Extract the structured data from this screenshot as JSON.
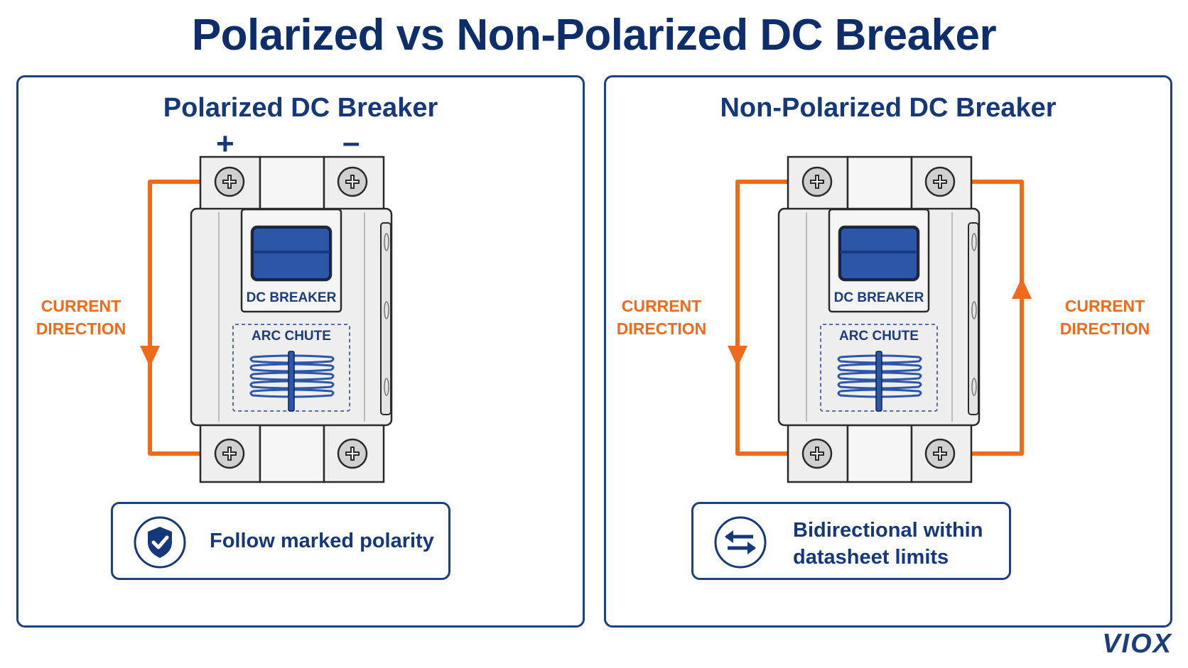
{
  "title": "Polarized vs Non-Polarized DC Breaker",
  "panels": [
    {
      "title": "Polarized DC Breaker",
      "plus_mark": "+",
      "minus_mark": "–",
      "current_label_line1": "CURRENT",
      "current_label_line2": "DIRECTION",
      "breaker_label": "DC BREAKER",
      "arc_label": "ARC CHUTE",
      "info_text": "Follow marked polarity",
      "info_icon": "shield-check-icon"
    },
    {
      "title": "Non-Polarized DC Breaker",
      "current_label_line1": "CURRENT",
      "current_label_line2": "DIRECTION",
      "breaker_label": "DC BREAKER",
      "arc_label": "ARC CHUTE",
      "info_text_line1": "Bidirectional within",
      "info_text_line2": "datasheet limits",
      "info_icon": "bidirectional-arrows-icon"
    }
  ],
  "brand": "VIOX",
  "colors": {
    "navy": "#15387a",
    "orange": "#f06a1c",
    "handle_blue": "#2c57a8",
    "body_gray": "#ededed"
  }
}
